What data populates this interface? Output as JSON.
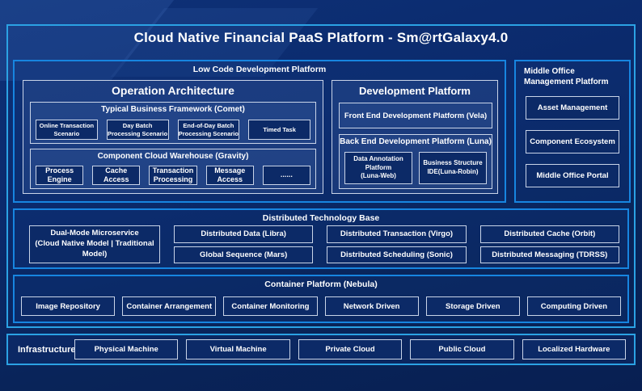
{
  "title": "Cloud Native Financial PaaS Platform - Sm@rtGalaxy4.0",
  "colors": {
    "background": "#0a2565",
    "frame_border": "#2ba2e4",
    "section_border": "#1785e0",
    "box_border": "#c9d4e8",
    "box_fill": "#0c2a67"
  },
  "low_code": {
    "label": "Low Code Development Platform",
    "operation_architecture": {
      "title": "Operation Architecture",
      "typical_business_framework": {
        "title": "Typical Business Framework (Comet)",
        "items": [
          "Online Transaction Scenario",
          "Day Batch Processing Scenario",
          "End-of-Day Batch Processing Scenario",
          "Timed Task"
        ]
      },
      "component_cloud_warehouse": {
        "title": "Component Cloud Warehouse (Gravity)",
        "items": [
          "Process Engine",
          "Cache Access",
          "Transaction Processing",
          "Message Access",
          "......"
        ]
      }
    },
    "development_platform": {
      "title": "Development Platform",
      "front_end_label": "Front End Development Platform (Vela)",
      "back_end": {
        "title": "Back End Development Platform (Luna)",
        "items": [
          {
            "name": "Data Annotation Platform",
            "code": "(Luna-Web)"
          },
          {
            "name": "Business Structure",
            "code": "IDE(Luna-Robin)"
          }
        ]
      }
    }
  },
  "middle_office": {
    "title": "Middle Office Management Platform",
    "items": [
      "Asset Management",
      "Component Ecosystem",
      "Middle Office Portal"
    ]
  },
  "distributed_technology_base": {
    "title": "Distributed Technology Base",
    "dual_mode": {
      "name": "Dual-Mode Microservice",
      "detail": "(Cloud Native Model | Traditional Model)"
    },
    "items": [
      "Distributed Data (Libra)",
      "Global Sequence (Mars)",
      "Distributed Transaction (Virgo)",
      "Distributed Scheduling (Sonic)",
      "Distributed Cache (Orbit)",
      "Distributed Messaging (TDRSS)"
    ]
  },
  "container_platform": {
    "title": "Container Platform (Nebula)",
    "items": [
      "Image Repository",
      "Container Arrangement",
      "Container Monitoring",
      "Network Driven",
      "Storage Driven",
      "Computing Driven"
    ]
  },
  "infrastructure": {
    "label": "Infrastructure",
    "items": [
      "Physical Machine",
      "Virtual Machine",
      "Private Cloud",
      "Public Cloud",
      "Localized Hardware"
    ]
  }
}
